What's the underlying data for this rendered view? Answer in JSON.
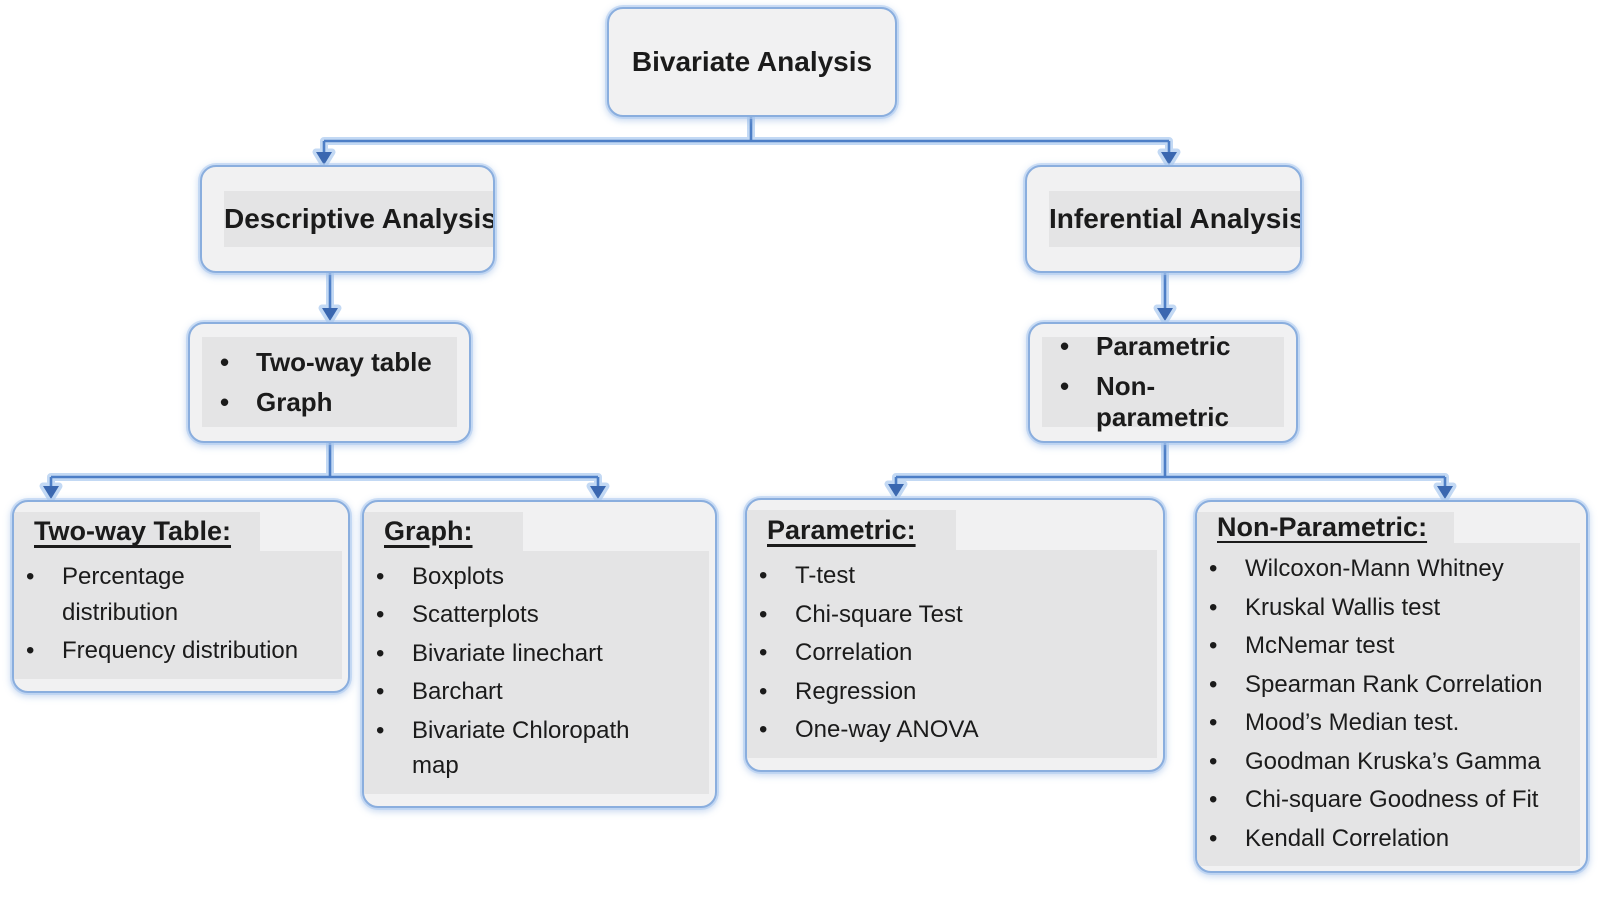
{
  "root": {
    "label": "Bivariate Analysis"
  },
  "branches": [
    {
      "label": "Descriptive Analysis",
      "bullets": [
        "Two-way table",
        "Graph"
      ]
    },
    {
      "label": "Inferential Analysis",
      "bullets": [
        "Parametric",
        "Non-parametric"
      ]
    }
  ],
  "leaves": [
    {
      "heading": "Two-way Table:",
      "items": [
        "Percentage distribution",
        "Frequency distribution"
      ]
    },
    {
      "heading": "Graph:",
      "items": [
        "Boxplots",
        "Scatterplots",
        "Bivariate linechart",
        "Barchart",
        "Bivariate Chloropath map"
      ]
    },
    {
      "heading": "Parametric:",
      "items": [
        "T-test",
        "Chi-square Test",
        "Correlation",
        "Regression",
        "One-way ANOVA"
      ]
    },
    {
      "heading": "Non-Parametric:",
      "items": [
        "Wilcoxon-Mann Whitney",
        "Kruskal Wallis test",
        "McNemar test",
        "Spearman Rank Correlation",
        "Mood’s Median test.",
        "Goodman Kruska’s Gamma",
        "Chi-square Goodness of Fit",
        "Kendall Correlation"
      ]
    }
  ],
  "marker": "•",
  "colors": {
    "line": "#4d7ec6",
    "arrow": "#3a67b0",
    "glow": "#c3d9f4",
    "border": "#8aaede",
    "fill": "#f1f1f2",
    "panel": "#e4e4e5",
    "ink": "#1b1b1b",
    "bg": "#ffffff"
  }
}
